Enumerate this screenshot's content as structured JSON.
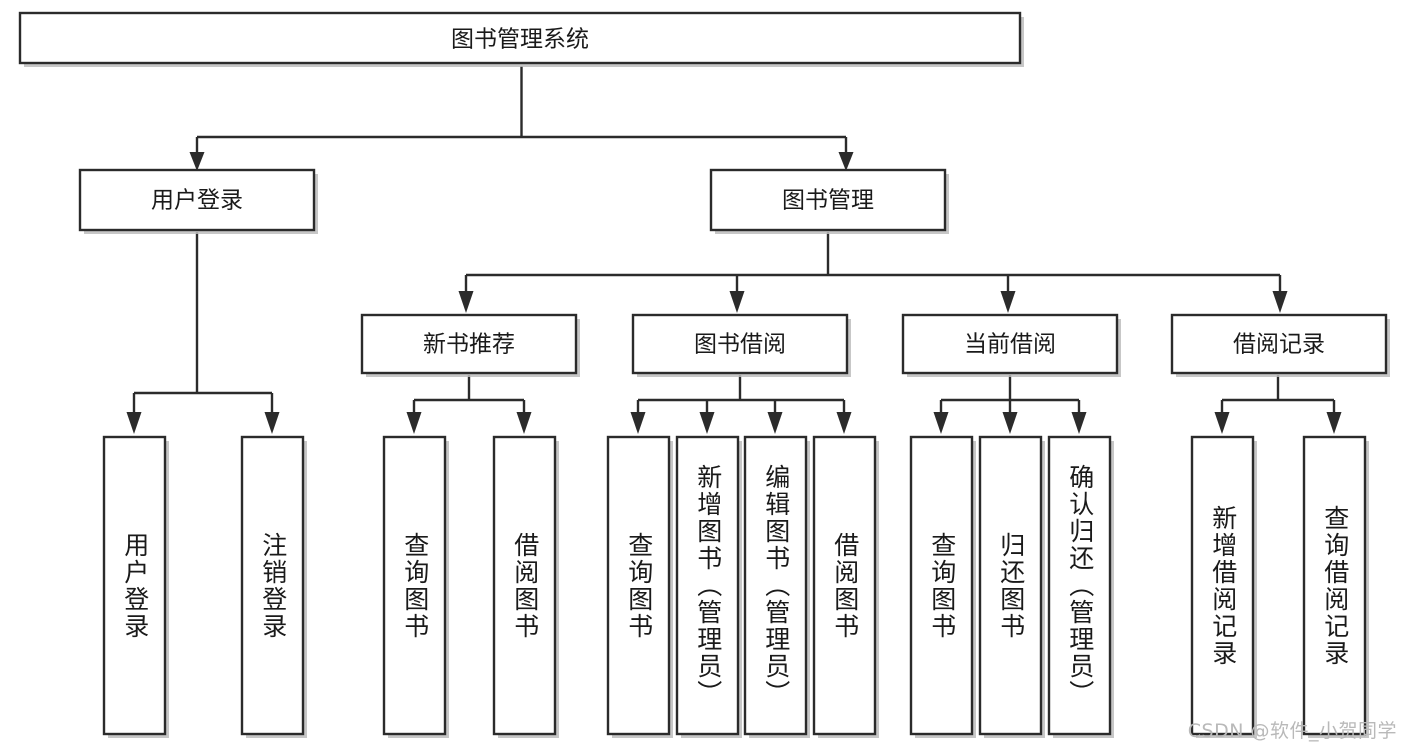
{
  "diagram": {
    "type": "hierarchy-tree",
    "title": "图书管理系统",
    "watermark": "CSDN @软件_小贺同学",
    "colors": {
      "stroke": "#2b2b2b",
      "fill": "#ffffff",
      "shadow": "#bdbdbd",
      "text": "#1a1a1a",
      "watermark": "#b9b9b9"
    },
    "root": {
      "label": "图书管理系统"
    },
    "level2": [
      {
        "label": "用户登录"
      },
      {
        "label": "图书管理"
      }
    ],
    "level3": [
      {
        "label": "新书推荐"
      },
      {
        "label": "图书借阅"
      },
      {
        "label": "当前借阅"
      },
      {
        "label": "借阅记录"
      }
    ],
    "leaves": {
      "user_login": [
        {
          "label": "用户登录"
        },
        {
          "label": "注销登录"
        }
      ],
      "new_book_recommend": [
        {
          "label": "查询图书"
        },
        {
          "label": "借阅图书"
        }
      ],
      "book_borrow": [
        {
          "label": "查询图书"
        },
        {
          "label": "新增图书（管理员）"
        },
        {
          "label": "编辑图书（管理员）"
        },
        {
          "label": "借阅图书"
        }
      ],
      "current_borrow": [
        {
          "label": "查询图书"
        },
        {
          "label": "归还图书"
        },
        {
          "label": "确认归还（管理员）"
        }
      ],
      "borrow_record": [
        {
          "label": "新增借阅记录"
        },
        {
          "label": "查询借阅记录"
        }
      ]
    }
  }
}
